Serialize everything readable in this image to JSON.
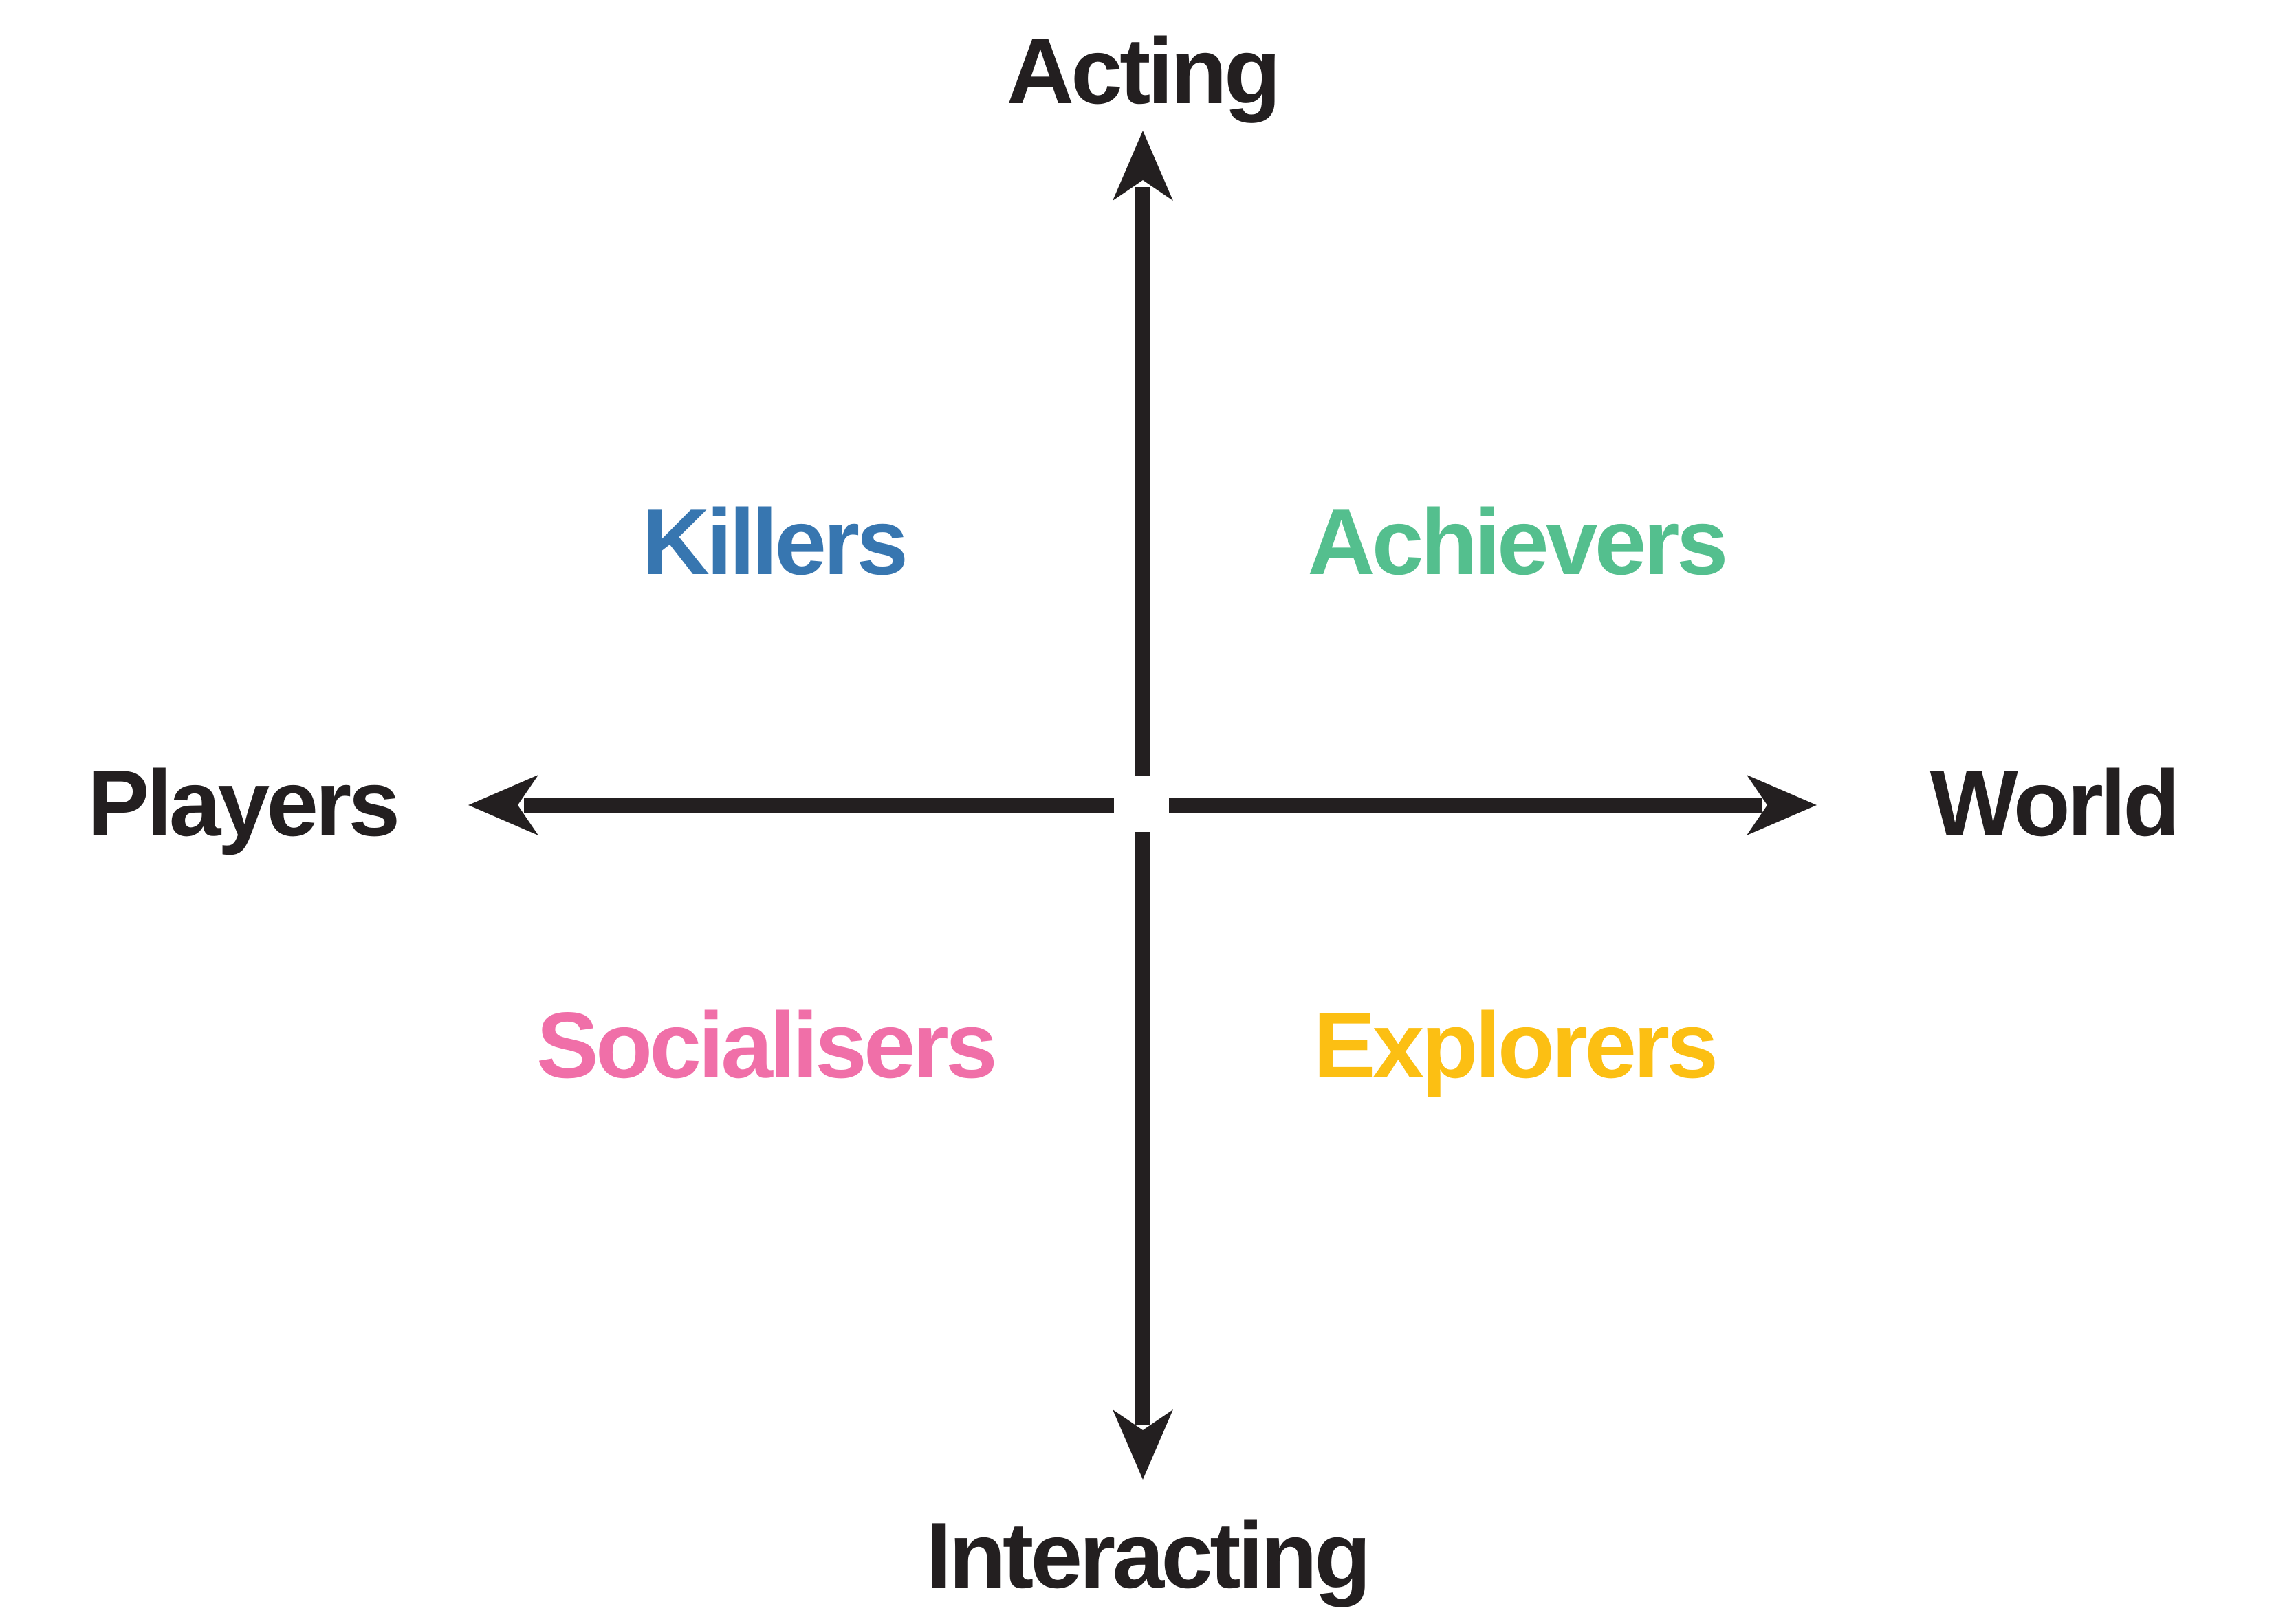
{
  "diagram": {
    "type": "quadrant-diagram",
    "background": "#FFFFFF",
    "axis_color": "#231F20",
    "axis_labels": {
      "top": "Acting",
      "bottom": "Interacting",
      "left": "Players",
      "right": "World"
    },
    "quadrants": {
      "top_left": {
        "label": "Killers",
        "color": "#3776B0"
      },
      "top_right": {
        "label": "Achievers",
        "color": "#54BF8E"
      },
      "bottom_left": {
        "label": "Socialisers",
        "color": "#F06FA8"
      },
      "bottom_right": {
        "label": "Explorers",
        "color": "#FCBF13"
      }
    }
  }
}
